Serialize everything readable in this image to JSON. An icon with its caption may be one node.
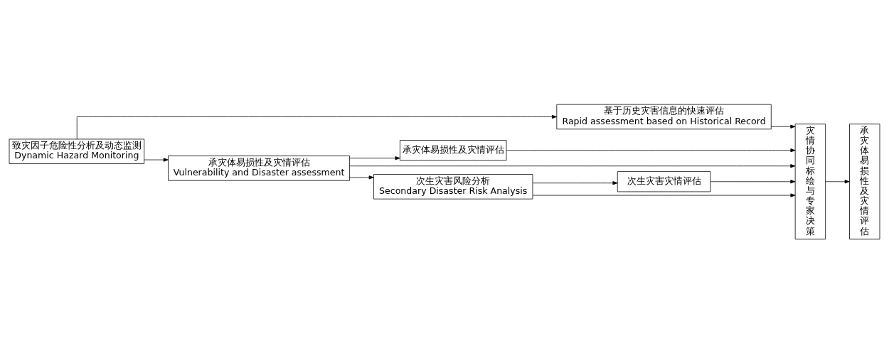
{
  "diagram": {
    "nodes": [
      {
        "text": [
          "致灾因子危险性分析及动态监测",
          "Dynamic Hazard Monitoring"
        ]
      },
      {
        "text": [
          "基于历史灾害信息的快速评估",
          "Rapid assessment based on Historical Record"
        ]
      },
      {
        "text": [
          "承灾体易损性及灾情评估",
          "Vulnerability and Disaster assessment"
        ]
      },
      {
        "text": [
          "承灾体易损性及灾情评估"
        ]
      },
      {
        "text": [
          "次生灾害风险分析",
          "Secondary Disaster Risk Analysis"
        ]
      },
      {
        "text": [
          "次生灾害灾情评估"
        ]
      },
      {
        "text": [
          "灾情协同标绘与专家决策"
        ]
      },
      {
        "text": [
          "承灾体易损性及灾情评估"
        ]
      }
    ],
    "edges": [
      {
        "from": 0,
        "to": 1,
        "arrow": "to"
      },
      {
        "from": 0,
        "to": 2,
        "arrow": "to"
      },
      {
        "from": 1,
        "to": 6,
        "arrow": "to"
      },
      {
        "from": 2,
        "to": 6,
        "arrow": "to"
      },
      {
        "from": 2,
        "to": 3,
        "arrow": "to"
      },
      {
        "from": 2,
        "to": 4,
        "arrow": "to"
      },
      {
        "from": 3,
        "to": 6,
        "arrow": "to"
      },
      {
        "from": 4,
        "to": 6,
        "arrow": "to"
      },
      {
        "from": 4,
        "to": 5,
        "arrow": "to"
      },
      {
        "from": 5,
        "to": 6,
        "arrow": "to"
      },
      {
        "from": 6,
        "to": 7,
        "arrow": "to"
      }
    ]
  }
}
